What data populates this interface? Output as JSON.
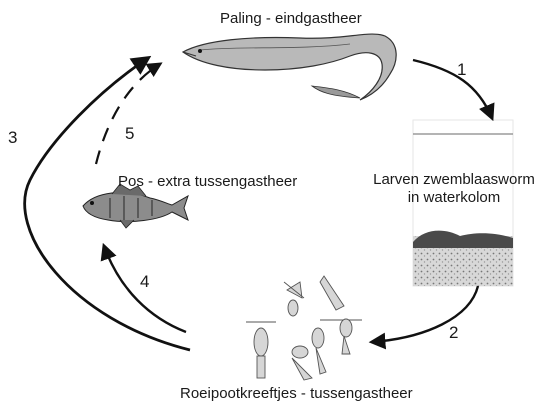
{
  "labels": {
    "eel": "Paling - eindgastheer",
    "larvae_line1": "Larven zwemblaasworm",
    "larvae_line2": "in waterkolom",
    "perch": "Pos - extra tussengastheer",
    "copepods": "Roeipootkreeftjes - tussengastheer"
  },
  "steps": {
    "s1": "1",
    "s2": "2",
    "s3": "3",
    "s4": "4",
    "s5": "5"
  }
}
